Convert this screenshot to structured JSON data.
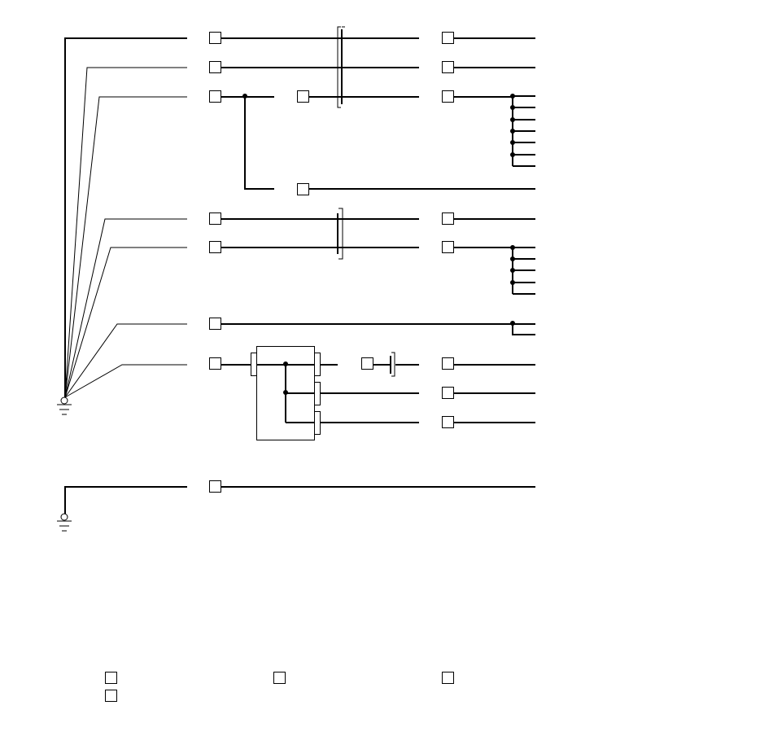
{
  "diagram": {
    "kind": "wiring-diagram",
    "line_color": "#000000",
    "background": "#ffffff",
    "has_text_labels": false,
    "ground_symbols": 2,
    "connector_boxes": 23,
    "legend_boxes": 4
  }
}
